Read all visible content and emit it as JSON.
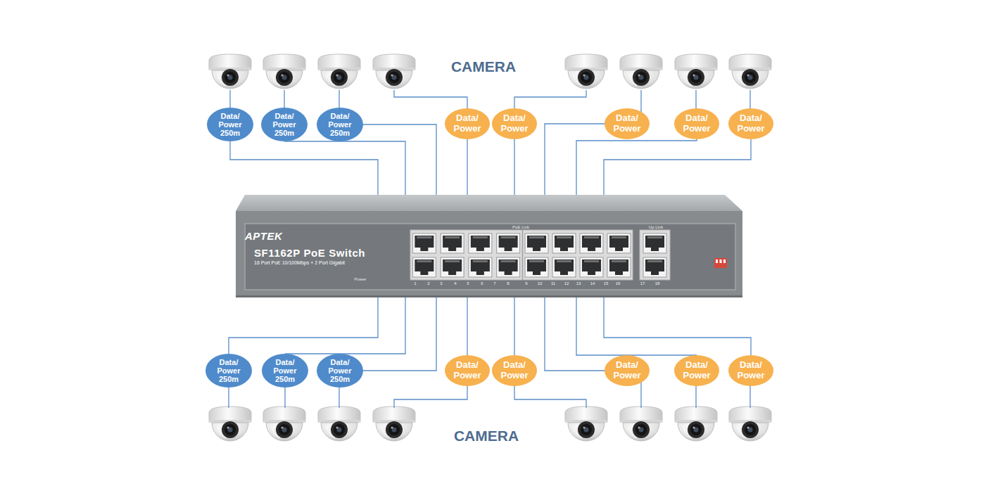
{
  "diagram": {
    "nodes": [
      {
        "text": [
          "Data/ Power 250m"
        ]
      },
      {
        "text": [
          "Data/ Power 250m"
        ]
      },
      {
        "text": [
          "Data/ Power 250m"
        ]
      },
      {
        "text": [
          "Data/ Power"
        ]
      },
      {
        "text": [
          "Data/ Power"
        ]
      },
      {
        "text": [
          "Data/ Power"
        ]
      },
      {
        "text": [
          "Data/ Power"
        ]
      },
      {
        "text": [
          "Data/ Power"
        ]
      },
      {
        "text": [
          "APTEK",
          "SF1162P PoE Switch",
          "16 Port PoE 10/100Mbps + 2 Port Gigabit"
        ]
      },
      {
        "text": [
          "Data/ Power 250m"
        ]
      },
      {
        "text": [
          "Data/ Power 250m"
        ]
      },
      {
        "text": [
          "Data/ Power 250m"
        ]
      },
      {
        "text": [
          "Data/ Power"
        ]
      },
      {
        "text": [
          "Data/ Power"
        ]
      },
      {
        "text": [
          "Data/ Power"
        ]
      },
      {
        "text": [
          "Data/ Power"
        ]
      },
      {
        "text": [
          "Data/ Power"
        ]
      }
    ],
    "edges": [
      {
        "from": 0,
        "to": 8,
        "arrow": "none"
      },
      {
        "from": 1,
        "to": 8,
        "arrow": "none"
      },
      {
        "from": 2,
        "to": 8,
        "arrow": "none"
      },
      {
        "from": 3,
        "to": 8,
        "arrow": "none"
      },
      {
        "from": 4,
        "to": 8,
        "arrow": "none"
      },
      {
        "from": 5,
        "to": 8,
        "arrow": "none"
      },
      {
        "from": 6,
        "to": 8,
        "arrow": "none"
      },
      {
        "from": 7,
        "to": 8,
        "arrow": "none"
      },
      {
        "from": 9,
        "to": 8,
        "arrow": "none"
      },
      {
        "from": 10,
        "to": 8,
        "arrow": "none"
      },
      {
        "from": 11,
        "to": 8,
        "arrow": "none"
      },
      {
        "from": 12,
        "to": 8,
        "arrow": "none"
      },
      {
        "from": 13,
        "to": 8,
        "arrow": "none"
      },
      {
        "from": 14,
        "to": 8,
        "arrow": "none"
      },
      {
        "from": 15,
        "to": 8,
        "arrow": "none"
      },
      {
        "from": 16,
        "to": 8,
        "arrow": "none"
      }
    ],
    "labels": [
      "CAMERA",
      "CAMERA",
      "PoE Link",
      "Up Link",
      "Power",
      "1",
      "2",
      "3",
      "4",
      "5",
      "6",
      "7",
      "8",
      "9",
      "10",
      "11",
      "12",
      "13",
      "14",
      "15",
      "16",
      "17",
      "18"
    ]
  }
}
